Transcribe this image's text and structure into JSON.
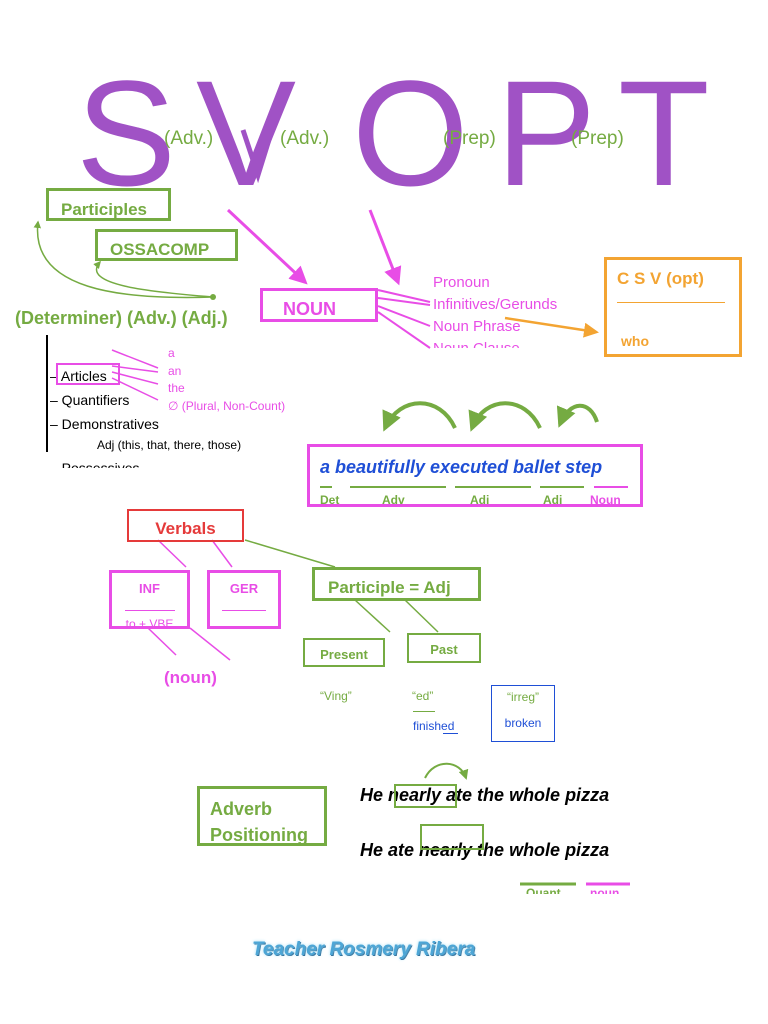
{
  "title_letters": [
    "S",
    "V",
    "O",
    "P",
    "T"
  ],
  "modifiers": [
    "(Adv.)",
    "(Adv.)",
    "(Prep)",
    "(Prep)"
  ],
  "participles_label": "Participles",
  "ossacomp_label": "OSSACOMP",
  "determiner_line": "(Determiner) (Adv.) (Adj.)",
  "noun_label": "NOUN",
  "noun_list": [
    "Pronoun",
    "Infinitives/Gerunds",
    "Noun Phrase",
    "Noun Clause"
  ],
  "clause_box": {
    "formula": "C S V (opt)",
    "word": "who"
  },
  "determiners": {
    "items": [
      "– Articles",
      "– Quantifiers",
      "– Demonstratives",
      "– Possessives"
    ],
    "articles": [
      "a",
      "an",
      "the",
      "∅ (Plural, Non-Count)"
    ],
    "demonstrative_examples": "Adj (this, that, there, those)"
  },
  "phrase": {
    "text": "a beautifully executed ballet step",
    "labels": [
      "Det",
      "Adv",
      "Adj",
      "Adj",
      "Noun"
    ]
  },
  "verbals": {
    "title": "Verbals",
    "inf": "INF",
    "inf_sub": "to + VBE",
    "ger": "GER",
    "participle": "Participle = Adj",
    "present": "Present",
    "present_form": "“Ving”",
    "past": "Past",
    "past_form": "“ed”",
    "past_example": "finished",
    "irreg_form": "“irreg”",
    "irreg_example": "broken",
    "noun_note": "(noun)"
  },
  "adverb": {
    "label": "Adverb Positioning",
    "sentence1": "He nearly ate the whole pizza",
    "sentence2": "He ate nearly the whole pizza",
    "legend": [
      "Quant",
      "noun"
    ]
  },
  "footer": "Teacher Rosmery Ribera",
  "colors": {
    "purple": "#a052c5",
    "green": "#75ab42",
    "pink": "#e84de6",
    "orange": "#f3a432",
    "red": "#e53a3a",
    "blue": "#1f4fd6"
  }
}
